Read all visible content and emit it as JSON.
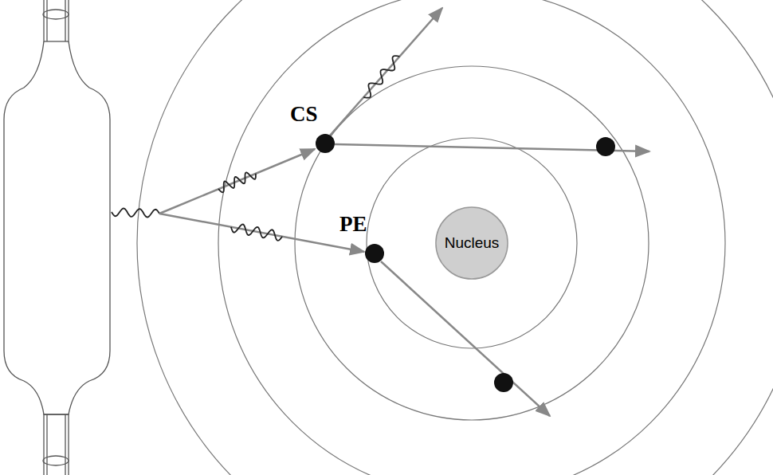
{
  "diagram": {
    "nodes": [
      {
        "text": [
          "Nucleus"
        ]
      }
    ],
    "labels": [
      "CS",
      "PE"
    ]
  }
}
